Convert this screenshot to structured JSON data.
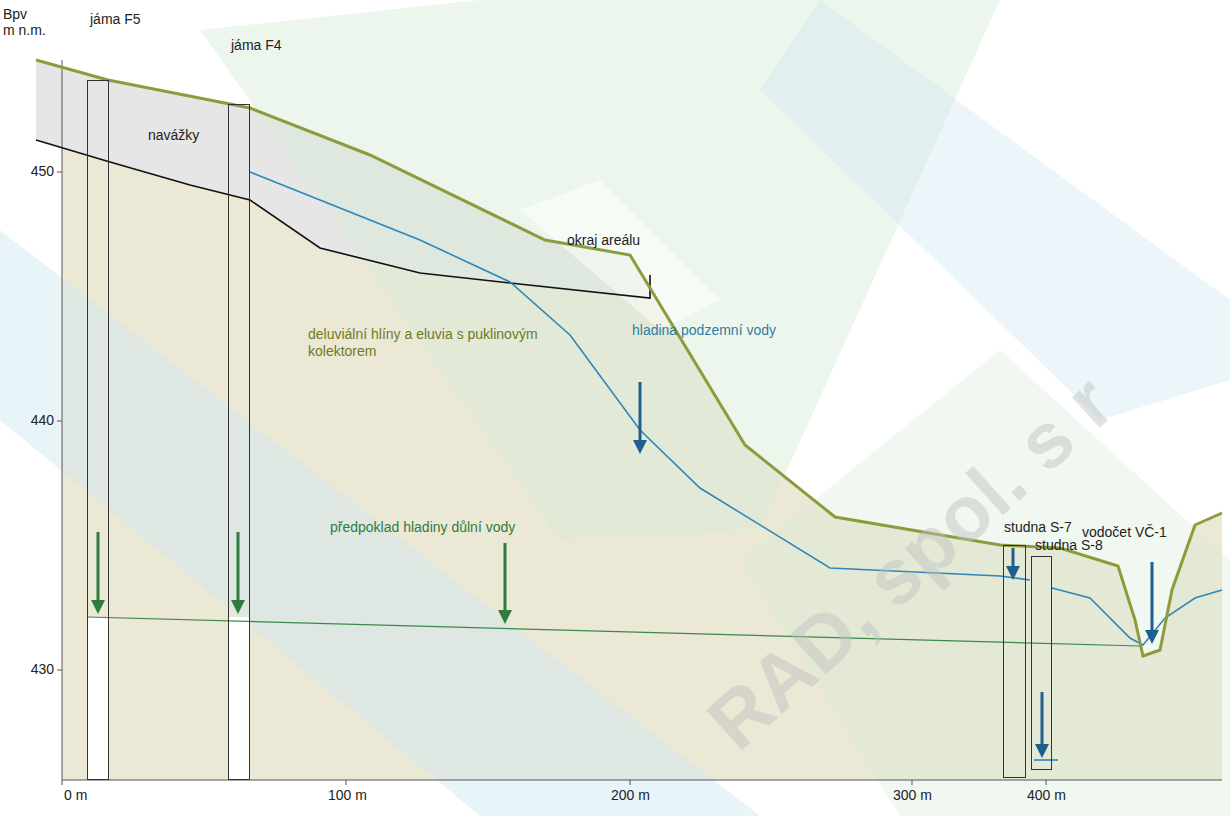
{
  "diagram": {
    "nodes": [
      {
        "text": [
          "jáma F5"
        ]
      },
      {
        "text": [
          "jáma F4"
        ]
      },
      {
        "text": [
          "studna S-7"
        ]
      },
      {
        "text": [
          "studna S-8"
        ]
      }
    ],
    "labels": [
      "Bpv",
      "m n.m.",
      "450",
      "440",
      "430",
      "0 m",
      "100 m",
      "200 m",
      "300 m",
      "400 m",
      "navážky",
      "okraj areálu",
      "deluviální hlíny a eluvia s puklinovým kolektorem",
      "hladina podzemní vody",
      "předpoklad hladiny důlní vody",
      "vodočet VČ-1",
      "RAD, spol. s r"
    ]
  }
}
